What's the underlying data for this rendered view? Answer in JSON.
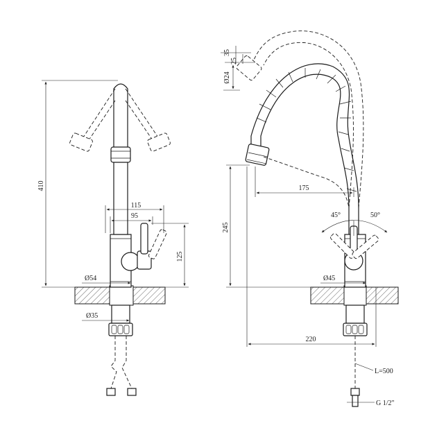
{
  "left_view": {
    "height_total": "410",
    "width_outer": "115",
    "width_inner": "95",
    "lever_height": "125",
    "base_diameter": "Ø54",
    "shank_diameter": "Ø35"
  },
  "right_view": {
    "spray_length": "35",
    "spray_offset": "25",
    "spray_diameter": "Ø24",
    "reach": "175",
    "spout_height": "245",
    "angle_left": "45°",
    "angle_right": "50°",
    "base_diameter": "Ø45",
    "projection": "220",
    "hose_length": "L=500",
    "thread": "G 1/2\""
  }
}
